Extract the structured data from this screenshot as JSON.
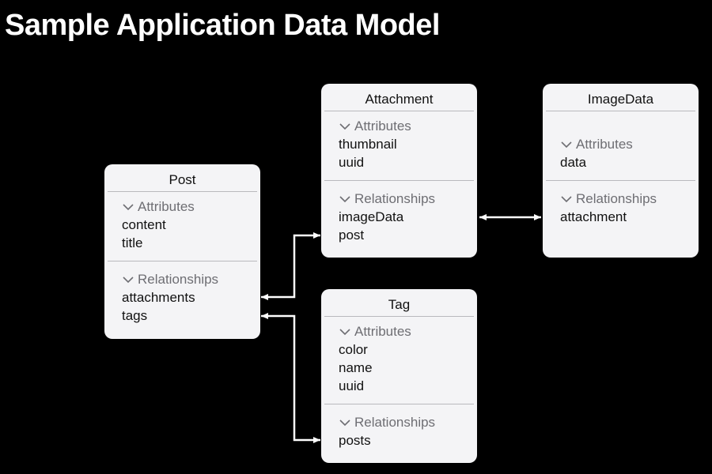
{
  "title": "Sample Application Data Model",
  "section_labels": {
    "attributes": "Attributes",
    "relationships": "Relationships"
  },
  "colors": {
    "background": "#000000",
    "title": "#ffffff",
    "card": "#f4f4f6",
    "section_header": "#6e6e73",
    "divider": "#b9b9bd",
    "connector": "#ffffff"
  },
  "entities": [
    {
      "id": "post",
      "name": "Post",
      "attributes": [
        "content",
        "title"
      ],
      "relationships": [
        "attachments",
        "tags"
      ]
    },
    {
      "id": "attachment",
      "name": "Attachment",
      "attributes": [
        "thumbnail",
        "uuid"
      ],
      "relationships": [
        "imageData",
        "post"
      ]
    },
    {
      "id": "imagedata",
      "name": "ImageData",
      "attributes": [
        "data"
      ],
      "relationships": [
        "attachment"
      ]
    },
    {
      "id": "tag",
      "name": "Tag",
      "attributes": [
        "color",
        "name",
        "uuid"
      ],
      "relationships": [
        "posts"
      ]
    }
  ],
  "connections": [
    {
      "from": "post.attachments",
      "to": "attachment",
      "type": "to-many / to-one"
    },
    {
      "from": "post.tags",
      "to": "tag.posts",
      "type": "many-to-many"
    },
    {
      "from": "attachment.imageData",
      "to": "imagedata.attachment",
      "type": "one-to-one"
    }
  ]
}
